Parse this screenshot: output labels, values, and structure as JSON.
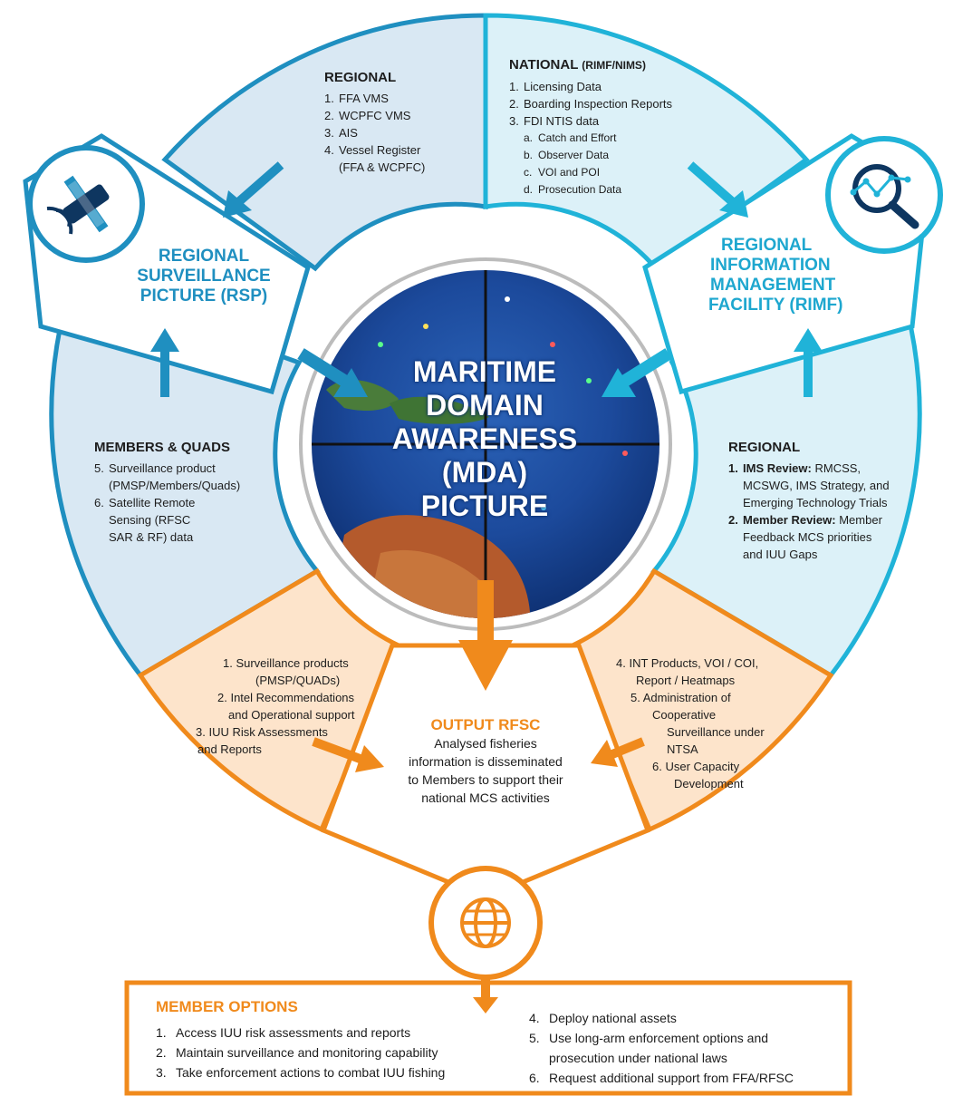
{
  "colors": {
    "blue_dark": "#1f8fc0",
    "blue_light_fill": "#d9e8f3",
    "teal": "#20b3d8",
    "teal_fill": "#dcf1f8",
    "orange": "#f08a1c",
    "orange_fill": "#fde4cb"
  },
  "regional_top": {
    "heading": "REGIONAL",
    "items": [
      {
        "n": "1.",
        "text": "FFA VMS"
      },
      {
        "n": "2.",
        "text": "WCPFC VMS"
      },
      {
        "n": "3.",
        "text": "AIS"
      },
      {
        "n": "4.",
        "text": "Vessel Register"
      }
    ],
    "item4_cont": "(FFA & WCPFC)"
  },
  "national": {
    "heading": "NATIONAL",
    "heading_suffix": "(RIMF/NIMS)",
    "items": [
      {
        "n": "1.",
        "text": "Licensing Data"
      },
      {
        "n": "2.",
        "text": "Boarding Inspection Reports"
      },
      {
        "n": "3.",
        "text": "FDI NTIS data"
      }
    ],
    "subitems": [
      {
        "n": "a.",
        "text": "Catch and Effort"
      },
      {
        "n": "b.",
        "text": "Observer Data"
      },
      {
        "n": "c.",
        "text": "VOI and POI"
      },
      {
        "n": "d.",
        "text": "Prosecution Data"
      }
    ]
  },
  "rsp": {
    "line1": "REGIONAL",
    "line2": "SURVEILLANCE",
    "line3": "PICTURE (RSP)",
    "icon": "satellite-icon"
  },
  "rimf": {
    "line1": "REGIONAL",
    "line2": "INFORMATION",
    "line3": "MANAGEMENT",
    "line4": "FACILITY (RIMF)",
    "icon": "magnifier-analytics-icon"
  },
  "mda": {
    "line1": "MARITIME",
    "line2": "DOMAIN",
    "line3": "AWARENESS",
    "line4": "(MDA)",
    "line5": "PICTURE"
  },
  "members_quads": {
    "heading": "MEMBERS & QUADS",
    "item5_n": "5.",
    "item5_l1": "Surveillance product",
    "item5_l2": "(PMSP/Members/Quads)",
    "item6_n": "6.",
    "item6_l1": "Satellite Remote",
    "item6_l2": "Sensing (RFSC",
    "item6_l3": "SAR & RF) data"
  },
  "regional_right": {
    "heading": "REGIONAL",
    "item1_n": "1.",
    "item1_bold": "IMS Review:",
    "item1_l1": "RMCSS,",
    "item1_l2": "MCSWG, IMS Strategy, and",
    "item1_l3": "Emerging Technology Trials",
    "item2_n": "2.",
    "item2_bold": "Member Review:",
    "item2_l1": "Member",
    "item2_l2": "Feedback MCS priorities",
    "item2_l3": "and IUU Gaps"
  },
  "left_outputs": {
    "l1": "1.  Surveillance products",
    "l2": "(PMSP/QUADs)",
    "l3": "2.  Intel Recommendations",
    "l4": "and Operational support",
    "l5": "3.  IUU Risk Assessments",
    "l6": "and Reports"
  },
  "right_outputs": {
    "l1": "4.  INT Products, VOI / COI,",
    "l2": "Report / Heatmaps",
    "l3": "5.  Administration of",
    "l4": "Cooperative",
    "l5": "Surveillance under NTSA",
    "l6": "6.  User Capacity",
    "l7": "Development"
  },
  "output_rfsc": {
    "heading": "OUTPUT RFSC",
    "l1": "Analysed fisheries",
    "l2": "information is disseminated",
    "l3": "to Members to support their",
    "l4": "national MCS activities",
    "icon": "globe-icon"
  },
  "member_options": {
    "heading": "MEMBER OPTIONS",
    "left": [
      {
        "n": "1.",
        "text": "Access IUU risk assessments and reports"
      },
      {
        "n": "2.",
        "text": "Maintain surveillance and monitoring capability"
      },
      {
        "n": "3.",
        "text": "Take enforcement actions to combat IUU fishing"
      }
    ],
    "right": [
      {
        "n": "4.",
        "text": "Deploy national assets"
      },
      {
        "n": "5.",
        "text": "Use long-arm enforcement options and"
      },
      {
        "n": "",
        "text": "prosecution under national laws"
      },
      {
        "n": "6.",
        "text": "Request additional support from FFA/RFSC"
      }
    ]
  }
}
